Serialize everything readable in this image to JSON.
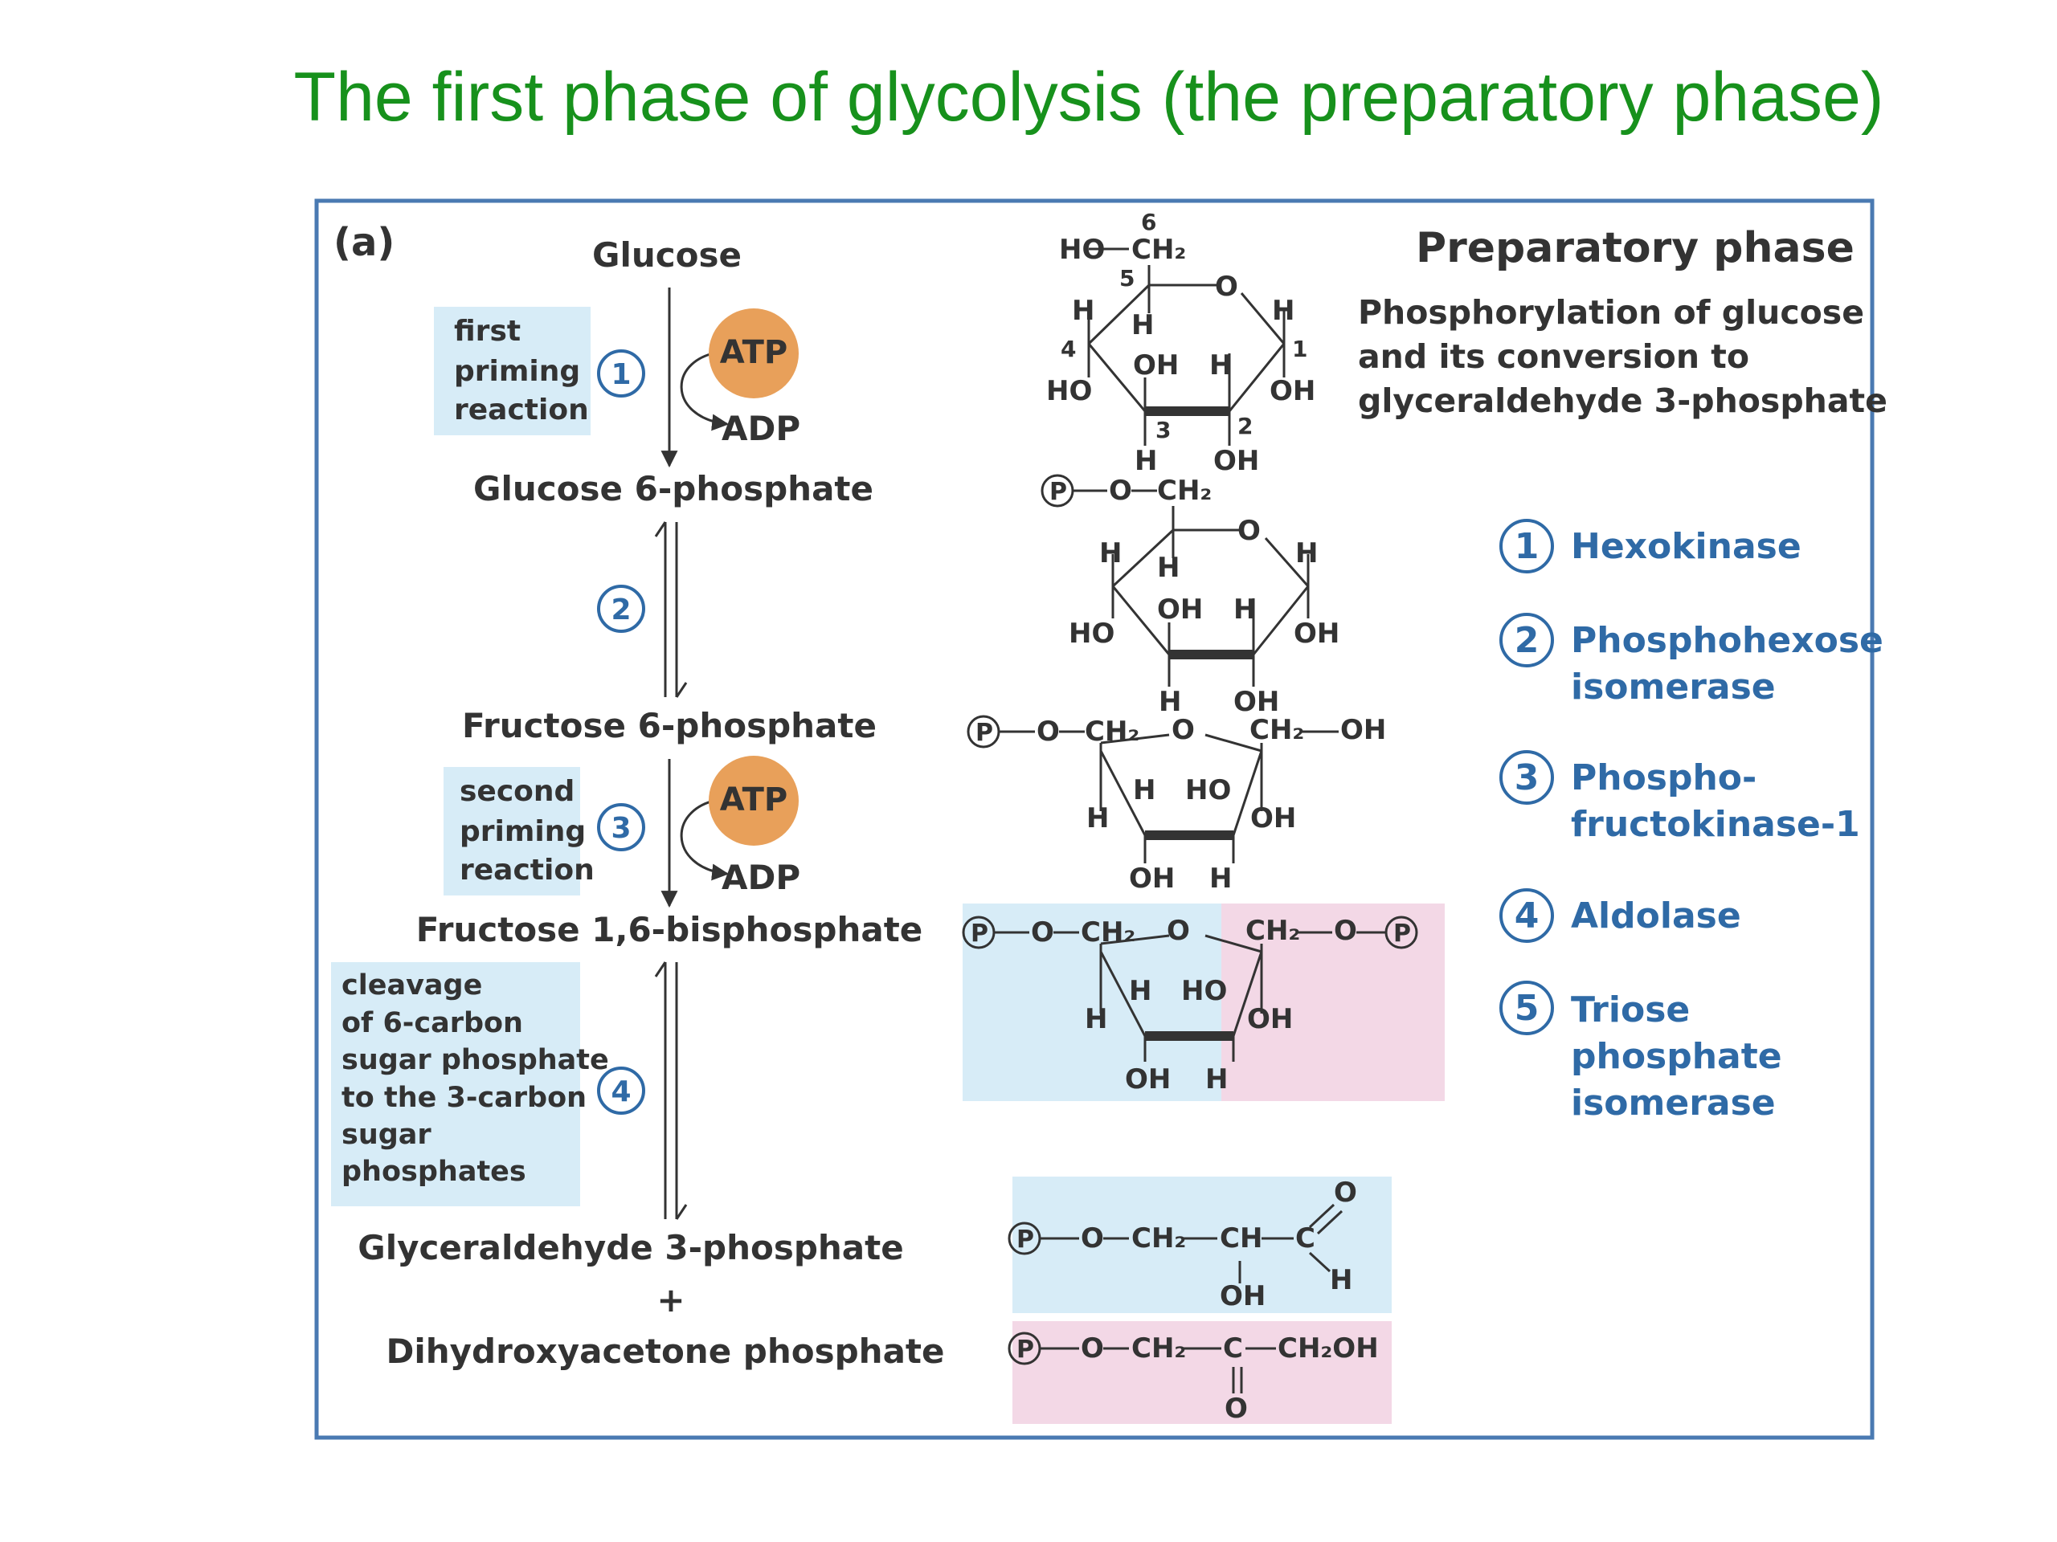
{
  "title": "The first phase of glycolysis (the preparatory phase)",
  "panel_label": "(a)",
  "colors": {
    "title": "#17911c",
    "frame": "#4a7ab2",
    "step_blue": "#2f6aa6",
    "atp": "#e8a05a",
    "box_blue": "#d7ecf7",
    "box_pink": "#f3d8e6"
  },
  "pathway": {
    "compounds": [
      "Glucose",
      "Glucose 6-phosphate",
      "Fructose 6-phosphate",
      "Fructose 1,6-bisphosphate",
      "Glyceraldehyde 3-phosphate",
      "+",
      "Dihydroxyacetone phosphate"
    ],
    "step_numbers": [
      "1",
      "2",
      "3",
      "4"
    ],
    "atp": "ATP",
    "adp": "ADP",
    "notes": {
      "first": [
        "first",
        "priming",
        "reaction"
      ],
      "second": [
        "second",
        "priming",
        "reaction"
      ],
      "cleavage": [
        "cleavage",
        "of 6-carbon",
        "sugar phosphate",
        "to the 3-carbon",
        "sugar",
        "phosphates"
      ]
    }
  },
  "structures": {
    "glucose": {
      "top": [
        "6",
        "HO",
        "CH₂",
        "5",
        "O"
      ],
      "ring": [
        "H",
        "H",
        "H",
        "4",
        "1",
        "OH",
        "H",
        "HO",
        "OH",
        "3",
        "2",
        "H",
        "OH"
      ]
    },
    "g6p": {
      "top": [
        "P",
        "O",
        "CH₂",
        "O"
      ],
      "ring": [
        "H",
        "H",
        "H",
        "OH",
        "H",
        "HO",
        "OH",
        "H",
        "OH"
      ]
    },
    "f6p": {
      "top": [
        "P",
        "O",
        "CH₂",
        "O",
        "CH₂",
        "OH"
      ],
      "ring": [
        "H",
        "HO",
        "H",
        "OH",
        "OH",
        "H"
      ]
    },
    "fbp": {
      "top": [
        "P",
        "O",
        "CH₂",
        "O",
        "CH₂",
        "O",
        "P"
      ],
      "ring": [
        "H",
        "HO",
        "H",
        "OH",
        "OH",
        "H"
      ]
    },
    "gap": {
      "parts": [
        "P",
        "O",
        "CH₂",
        "CH",
        "C",
        "O",
        "OH",
        "H"
      ]
    },
    "dhap": {
      "parts": [
        "P",
        "O",
        "CH₂",
        "C",
        "CH₂OH",
        "O"
      ]
    }
  },
  "legend": {
    "heading": "Preparatory phase",
    "description": [
      "Phosphorylation of glucose",
      "and its conversion to",
      "glyceraldehyde 3-phosphate"
    ],
    "enzymes": [
      {
        "num": "1",
        "lines": [
          "Hexokinase"
        ]
      },
      {
        "num": "2",
        "lines": [
          "Phosphohexose",
          "isomerase"
        ]
      },
      {
        "num": "3",
        "lines": [
          "Phospho-",
          "fructokinase-1"
        ]
      },
      {
        "num": "4",
        "lines": [
          "Aldolase"
        ]
      },
      {
        "num": "5",
        "lines": [
          "Triose",
          "phosphate",
          "isomerase"
        ]
      }
    ]
  }
}
